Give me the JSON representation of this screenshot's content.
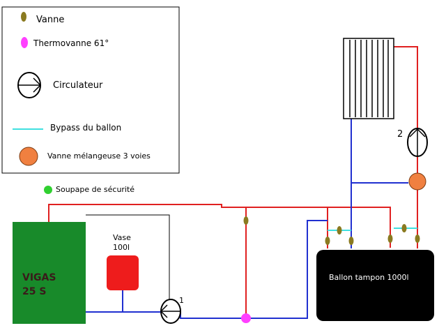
{
  "legend": {
    "vanne": "Vanne",
    "thermovanne": "Thermovanne 61°",
    "circulateur": "Circulateur",
    "bypass": "Bypass du ballon",
    "melangeuse": "Vanne mélangeuse 3 voies"
  },
  "labels": {
    "soupape": "Soupape de sécurité",
    "boiler_line1": "VIGAS",
    "boiler_line2": "25 S",
    "vase_line1": "Vase",
    "vase_line2": "100l",
    "tank": "Ballon tampon 1000l",
    "pump1": "1",
    "pump2": "2"
  },
  "colors": {
    "hot_pipe": "#e02020",
    "cold_pipe": "#2030d0",
    "bypass_pipe": "#40e0e0",
    "valve": "#8a7a20",
    "thermovanne": "#ff40ff",
    "mixing_valve": "#f08040",
    "soupape": "#30d030",
    "boiler": "#188a2a",
    "vase": "#ee1c1c",
    "tank": "#000000"
  }
}
